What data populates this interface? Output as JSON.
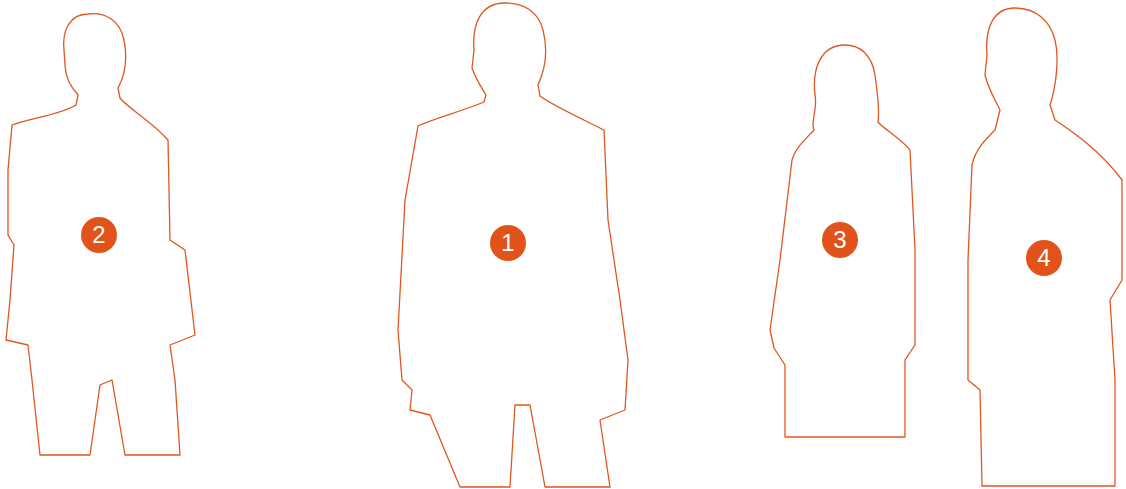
{
  "diagram": {
    "nodes": [
      {
        "text": [
          "2"
        ]
      },
      {
        "text": [
          "1"
        ]
      },
      {
        "text": [
          "3"
        ]
      },
      {
        "text": [
          "4"
        ]
      }
    ]
  }
}
